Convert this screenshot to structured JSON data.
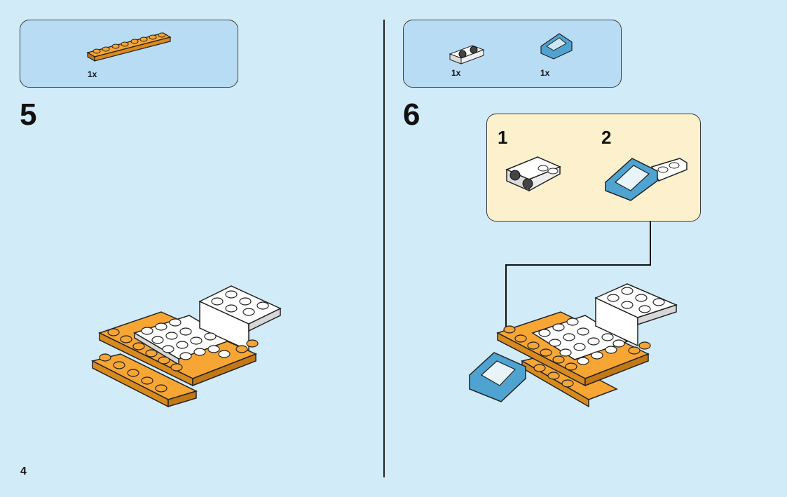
{
  "page": {
    "number": "4"
  },
  "step5": {
    "number": "5",
    "parts": [
      {
        "name": "orange-plate-1x8",
        "qty": "1x"
      }
    ]
  },
  "step6": {
    "number": "6",
    "parts": [
      {
        "name": "white-bracket",
        "qty": "1x"
      },
      {
        "name": "blue-slope-window",
        "qty": "1x"
      }
    ],
    "substeps": [
      "1",
      "2"
    ]
  },
  "colors": {
    "background": "#d2ebf8",
    "parts_box": "#b9dcf5",
    "callout": "#fdf0cd",
    "orange": "#f7a533",
    "white_brick": "#ffffff",
    "blue_brick": "#4fa3d1"
  }
}
